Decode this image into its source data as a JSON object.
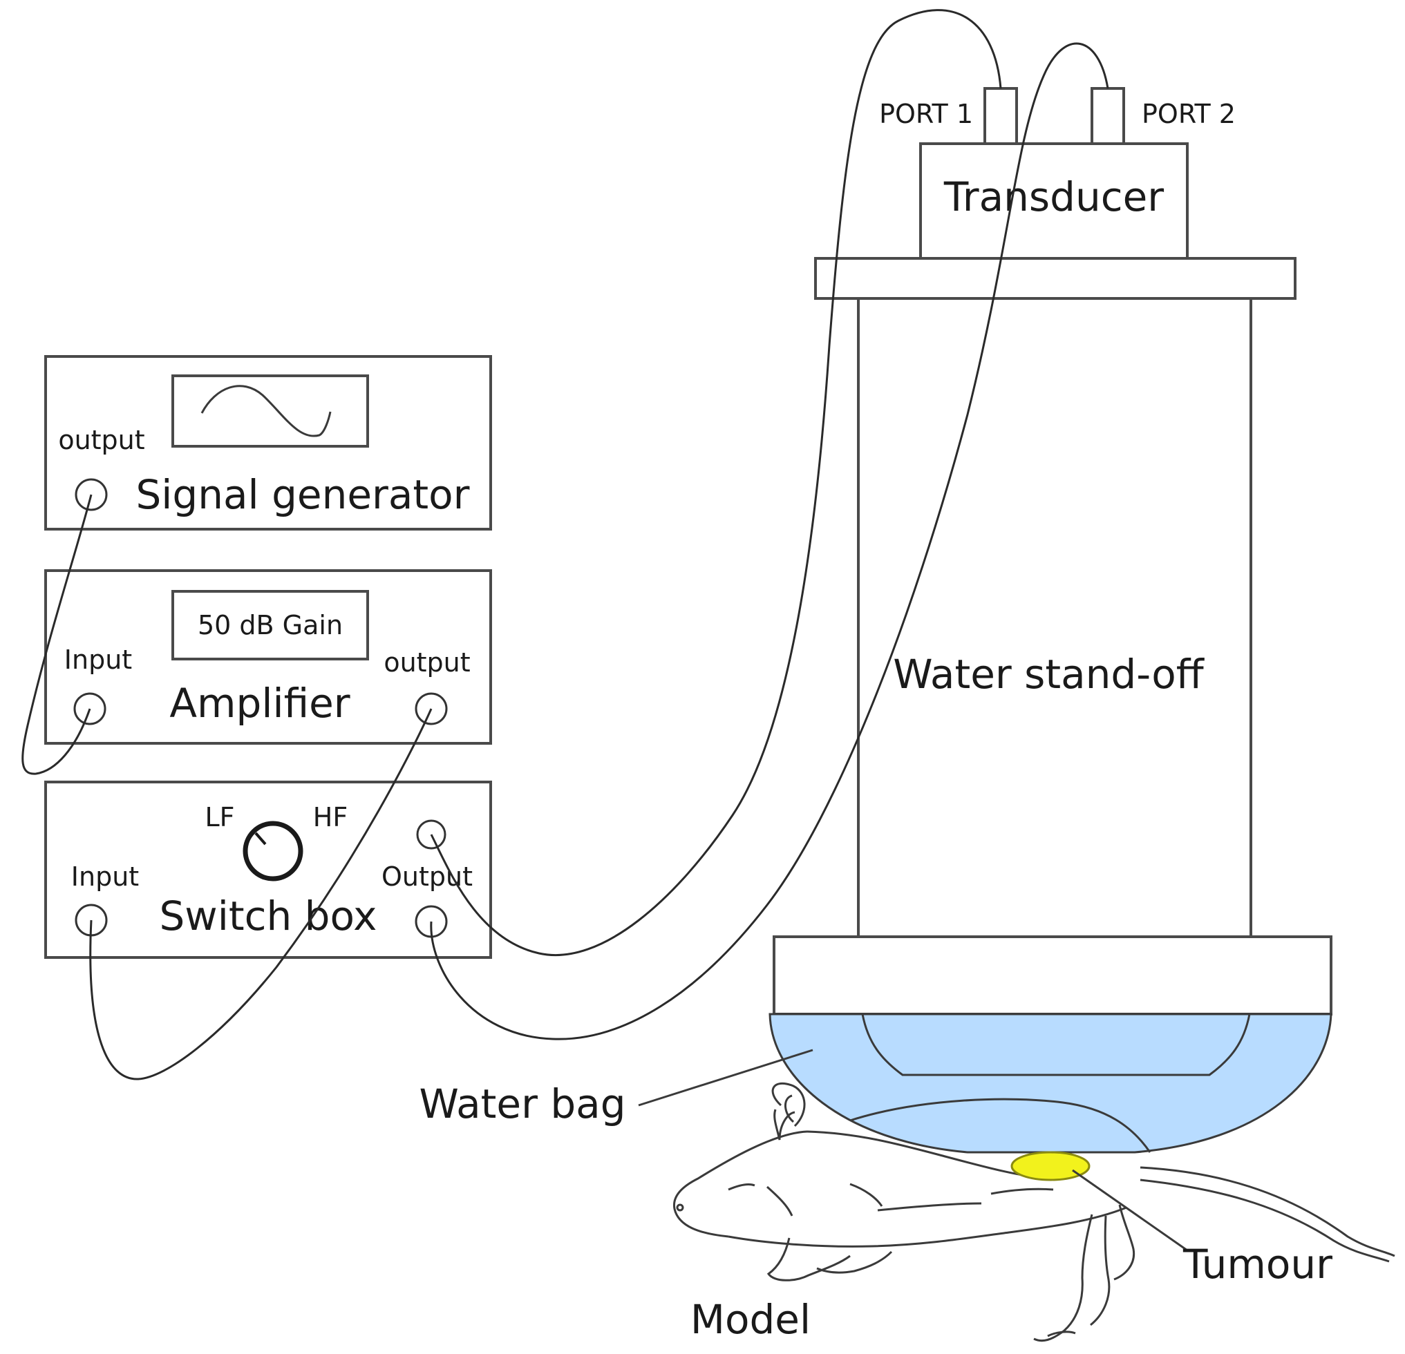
{
  "colors": {
    "water": "#b8dcff",
    "tumour_fill": "#f2f21c",
    "tumour_stroke": "#8a8a10",
    "outline": "#4a4a4a"
  },
  "signal_generator": {
    "label": "Signal generator",
    "output_label": "output",
    "display_icon": "sine-wave-icon"
  },
  "amplifier": {
    "label": "Amplifier",
    "display": "50 dB Gain",
    "input_label": "Input",
    "output_label": "output"
  },
  "switch_box": {
    "label": "Switch box",
    "input_label": "Input",
    "output_label": "Output",
    "knob_left": "LF",
    "knob_right": "HF",
    "knob_icon": "selector-knob-icon"
  },
  "transducer": {
    "label": "Transducer",
    "port1": "PORT 1",
    "port2": "PORT 2"
  },
  "standoff": {
    "label": "Water stand-off"
  },
  "water_bag": {
    "label": "Water bag"
  },
  "tumour": {
    "label": "Tumour"
  },
  "model": {
    "label": "Model",
    "icon": "mouse-icon"
  }
}
